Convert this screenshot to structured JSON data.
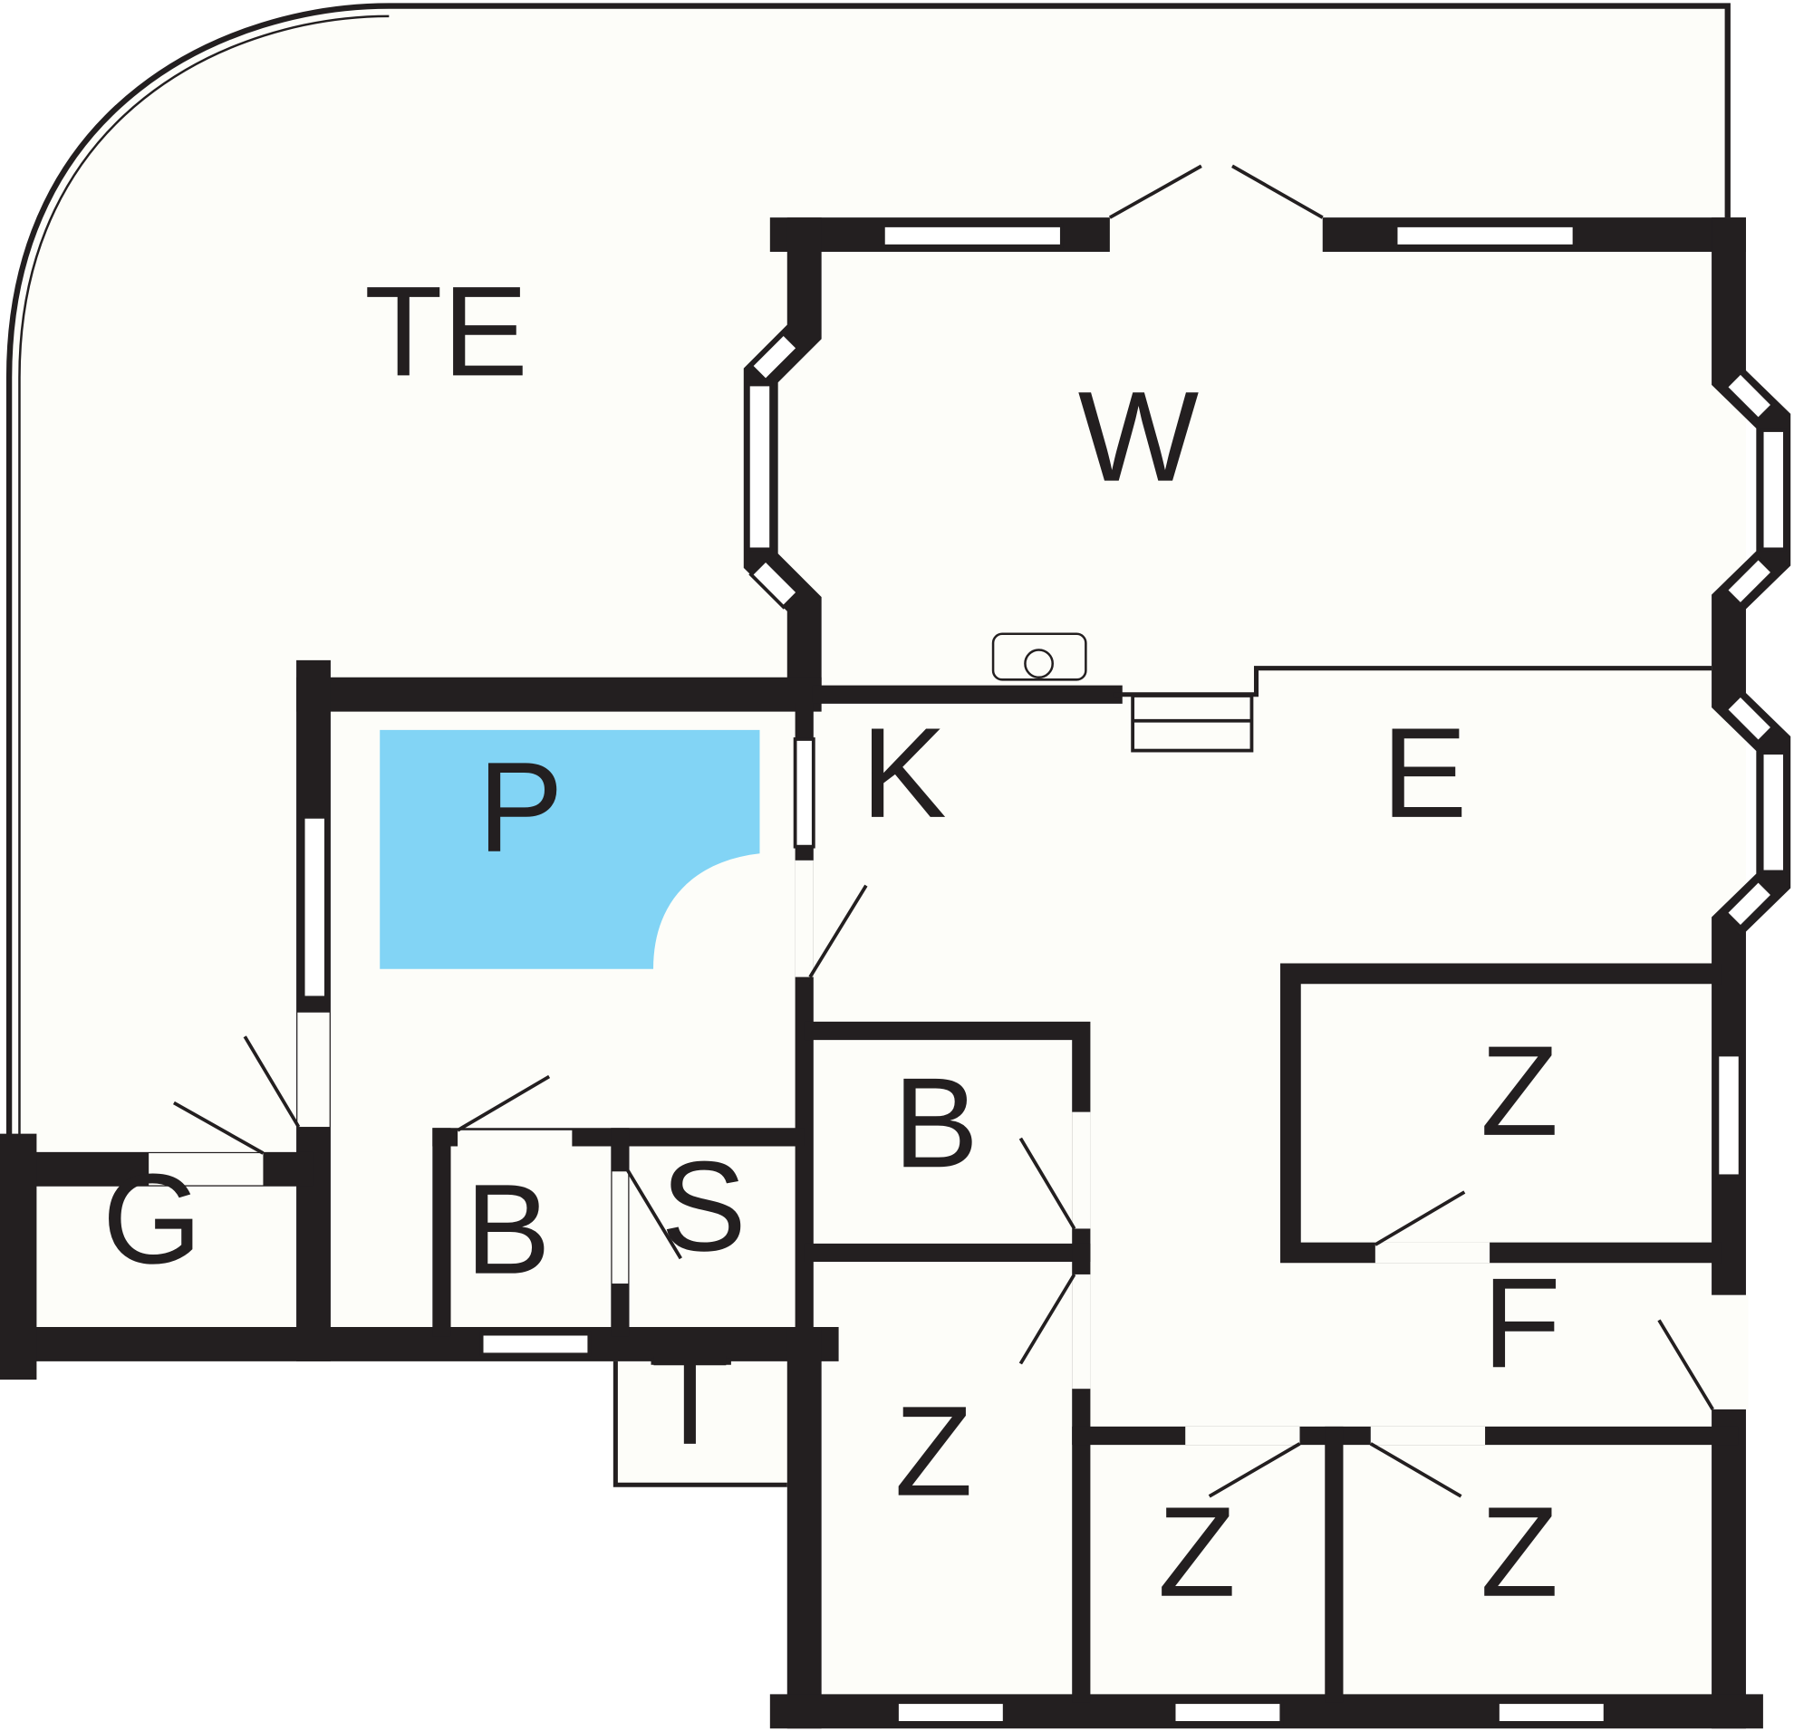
{
  "plan": {
    "rooms": [
      {
        "label": "TE"
      },
      {
        "label": "W"
      },
      {
        "label": "K"
      },
      {
        "label": "E"
      },
      {
        "label": "P"
      },
      {
        "label": "B"
      },
      {
        "label": "B"
      },
      {
        "label": "S"
      },
      {
        "label": "G"
      },
      {
        "label": "T"
      },
      {
        "label": "Z"
      },
      {
        "label": "F"
      },
      {
        "label": "Z"
      },
      {
        "label": "Z"
      },
      {
        "label": "Z"
      }
    ],
    "colors": {
      "wall": "#231f20",
      "floor": "#fdfdf9",
      "pool": "#82d4f5"
    }
  }
}
